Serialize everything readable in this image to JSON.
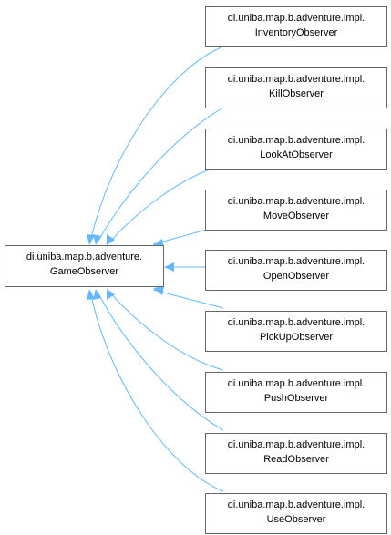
{
  "colors": {
    "edge": "#63b8ff",
    "node_border": "#666666",
    "node_fill": "#ffffff"
  },
  "base_class": {
    "line1": "di.uniba.map.b.adventure.",
    "line2": "GameObserver"
  },
  "derived_classes": [
    {
      "line1": "di.uniba.map.b.adventure.impl.",
      "line2": "InventoryObserver"
    },
    {
      "line1": "di.uniba.map.b.adventure.impl.",
      "line2": "KillObserver"
    },
    {
      "line1": "di.uniba.map.b.adventure.impl.",
      "line2": "LookAtObserver"
    },
    {
      "line1": "di.uniba.map.b.adventure.impl.",
      "line2": "MoveObserver"
    },
    {
      "line1": "di.uniba.map.b.adventure.impl.",
      "line2": "OpenObserver"
    },
    {
      "line1": "di.uniba.map.b.adventure.impl.",
      "line2": "PickUpObserver"
    },
    {
      "line1": "di.uniba.map.b.adventure.impl.",
      "line2": "PushObserver"
    },
    {
      "line1": "di.uniba.map.b.adventure.impl.",
      "line2": "ReadObserver"
    },
    {
      "line1": "di.uniba.map.b.adventure.impl.",
      "line2": "UseObserver"
    }
  ]
}
